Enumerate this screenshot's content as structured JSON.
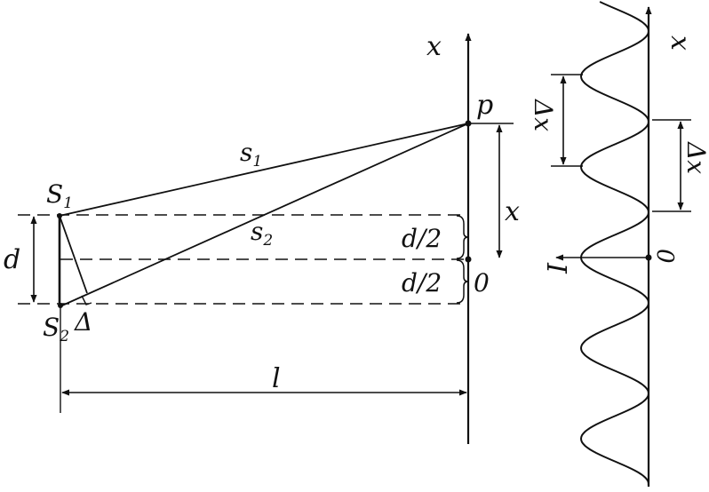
{
  "colors": {
    "ink": "#111111",
    "background": "#ffffff"
  },
  "labels": {
    "x_axis_left": "x",
    "point_p": "p",
    "path_s1": "s",
    "path_s1_sub": "1",
    "path_s2": "s",
    "path_s2_sub": "2",
    "source_s1": "S",
    "source_s1_sub": "1",
    "source_s2": "S",
    "source_s2_sub": "2",
    "slit_separation": "d",
    "delta": "Δ",
    "x_distance": "x",
    "half_d_upper": "d/2",
    "half_d_lower": "d/2",
    "origin_left": "0",
    "screen_distance": "l",
    "x_axis_right": "x",
    "delta_x_left": "Δx",
    "delta_x_right": "Δx",
    "intensity": "I",
    "origin_right": "0"
  }
}
